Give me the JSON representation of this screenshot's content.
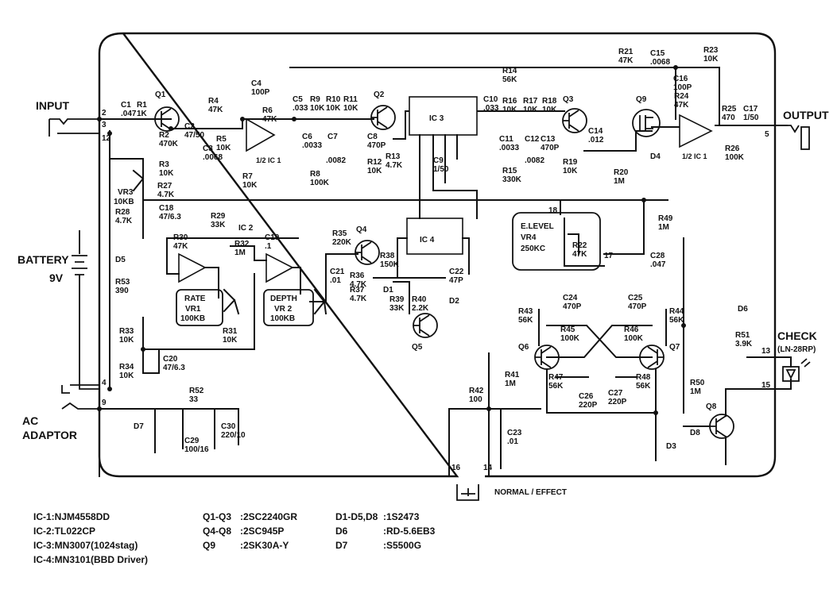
{
  "io": {
    "input": "INPUT",
    "output": "OUTPUT",
    "battery": "BATTERY",
    "battery_v": "9V",
    "ac1": "AC",
    "ac2": "ADAPTOR",
    "check": "CHECK",
    "check_part": "(LN-28RP)",
    "switch": "NORMAL / EFFECT"
  },
  "pins": [
    "2",
    "3",
    "12",
    "4",
    "9",
    "5",
    "13",
    "15",
    "16",
    "14",
    "18",
    "17"
  ],
  "ics": {
    "ic1a": "1/2 IC 1",
    "ic1b": "1/2 IC 1",
    "ic2": "IC 2",
    "ic3": "IC 3",
    "ic4": "IC 4"
  },
  "controls": {
    "rate": "RATE",
    "vr1": "VR1",
    "vr1v": "100KB",
    "depth": "DEPTH",
    "vr2": "VR 2",
    "vr2v": "100KB",
    "elevel": "E.LEVEL",
    "vr4": "VR4",
    "vr4v": "250KC",
    "vr3": "VR3",
    "vr3v": "10KB"
  },
  "components": [
    {
      "ref": "C1",
      "val": ".047"
    },
    {
      "ref": "R1",
      "val": "1K"
    },
    {
      "ref": "Q1",
      "val": ""
    },
    {
      "ref": "R2",
      "val": "470K"
    },
    {
      "ref": "C2",
      "val": "47/50"
    },
    {
      "ref": "R3",
      "val": "10K"
    },
    {
      "ref": "R4",
      "val": "47K"
    },
    {
      "ref": "C3",
      "val": ".0068"
    },
    {
      "ref": "R5",
      "val": "10K"
    },
    {
      "ref": "C4",
      "val": "100P"
    },
    {
      "ref": "R6",
      "val": "47K"
    },
    {
      "ref": "R7",
      "val": "10K"
    },
    {
      "ref": "C5",
      "val": ".033"
    },
    {
      "ref": "R9",
      "val": "10K"
    },
    {
      "ref": "R10",
      "val": "10K"
    },
    {
      "ref": "R11",
      "val": "10K"
    },
    {
      "ref": "Q2",
      "val": ""
    },
    {
      "ref": "C6",
      "val": ".0033"
    },
    {
      "ref": "C7",
      "val": ""
    },
    {
      "ref": "C8",
      "val": "470P"
    },
    {
      "ref": "R8",
      "val": "100K"
    },
    {
      "ref": "C7v",
      "val": ".0082"
    },
    {
      "ref": "R12",
      "val": "10K"
    },
    {
      "ref": "R13",
      "val": "4.7K"
    },
    {
      "ref": "C9",
      "val": "1/50"
    },
    {
      "ref": "C10",
      "val": ".033"
    },
    {
      "ref": "R14",
      "val": "56K"
    },
    {
      "ref": "R16",
      "val": "10K"
    },
    {
      "ref": "R17",
      "val": "10K"
    },
    {
      "ref": "R18",
      "val": "10K"
    },
    {
      "ref": "Q3",
      "val": ""
    },
    {
      "ref": "C11",
      "val": ".0033"
    },
    {
      "ref": "C12",
      "val": ""
    },
    {
      "ref": "C13",
      "val": "470P"
    },
    {
      "ref": "C12v",
      "val": ".0082"
    },
    {
      "ref": "R15",
      "val": "330K"
    },
    {
      "ref": "R19",
      "val": "10K"
    },
    {
      "ref": "C14",
      "val": ".012"
    },
    {
      "ref": "R20",
      "val": "1M"
    },
    {
      "ref": "R21",
      "val": "47K"
    },
    {
      "ref": "C15",
      "val": ".0068"
    },
    {
      "ref": "R23",
      "val": "10K"
    },
    {
      "ref": "C16",
      "val": "100P"
    },
    {
      "ref": "R24",
      "val": "47K"
    },
    {
      "ref": "Q9",
      "val": ""
    },
    {
      "ref": "D4",
      "val": ""
    },
    {
      "ref": "R25",
      "val": "470"
    },
    {
      "ref": "C17",
      "val": "1/50"
    },
    {
      "ref": "R26",
      "val": "100K"
    },
    {
      "ref": "R27",
      "val": "4.7K"
    },
    {
      "ref": "R28",
      "val": "4.7K"
    },
    {
      "ref": "C18",
      "val": "47/6.3"
    },
    {
      "ref": "R29",
      "val": "33K"
    },
    {
      "ref": "R30",
      "val": "47K"
    },
    {
      "ref": "R32",
      "val": "1M"
    },
    {
      "ref": "C19",
      "val": ".1"
    },
    {
      "ref": "R31",
      "val": "10K"
    },
    {
      "ref": "R33",
      "val": "10K"
    },
    {
      "ref": "R34",
      "val": "10K"
    },
    {
      "ref": "C20",
      "val": "47/6.3"
    },
    {
      "ref": "R35",
      "val": "220K"
    },
    {
      "ref": "Q4",
      "val": ""
    },
    {
      "ref": "R38",
      "val": "150K"
    },
    {
      "ref": "C21",
      "val": ".01"
    },
    {
      "ref": "R36",
      "val": "4.7K"
    },
    {
      "ref": "R37",
      "val": "4.7K"
    },
    {
      "ref": "D1",
      "val": ""
    },
    {
      "ref": "R39",
      "val": "33K"
    },
    {
      "ref": "R40",
      "val": "2.2K"
    },
    {
      "ref": "D2",
      "val": ""
    },
    {
      "ref": "Q5",
      "val": ""
    },
    {
      "ref": "C22",
      "val": "47P"
    },
    {
      "ref": "R22",
      "val": "47K"
    },
    {
      "ref": "R49",
      "val": "1M"
    },
    {
      "ref": "C28",
      "val": ".047"
    },
    {
      "ref": "C24",
      "val": "470P"
    },
    {
      "ref": "C25",
      "val": "470P"
    },
    {
      "ref": "R43",
      "val": "56K"
    },
    {
      "ref": "R44",
      "val": "56K"
    },
    {
      "ref": "R45",
      "val": "100K"
    },
    {
      "ref": "R46",
      "val": "100K"
    },
    {
      "ref": "Q6",
      "val": ""
    },
    {
      "ref": "Q7",
      "val": ""
    },
    {
      "ref": "R47",
      "val": "56K"
    },
    {
      "ref": "R48",
      "val": "56K"
    },
    {
      "ref": "C26",
      "val": "220P"
    },
    {
      "ref": "C27",
      "val": "220P"
    },
    {
      "ref": "D6",
      "val": ""
    },
    {
      "ref": "R51",
      "val": "3.9K"
    },
    {
      "ref": "R41",
      "val": "1M"
    },
    {
      "ref": "R42",
      "val": "100"
    },
    {
      "ref": "C23",
      "val": ".01"
    },
    {
      "ref": "R50",
      "val": "1M"
    },
    {
      "ref": "D8",
      "val": ""
    },
    {
      "ref": "Q8",
      "val": ""
    },
    {
      "ref": "D3",
      "val": ""
    },
    {
      "ref": "D5",
      "val": ""
    },
    {
      "ref": "R53",
      "val": "390"
    },
    {
      "ref": "R52",
      "val": "33"
    },
    {
      "ref": "D7",
      "val": ""
    },
    {
      "ref": "C29",
      "val": "100/16"
    },
    {
      "ref": "C30",
      "val": "220/10"
    }
  ],
  "legend": [
    [
      "IC-1:NJM4558DD",
      "Q1-Q3:2SC2240GR",
      "D1-D5,D8:1S2473"
    ],
    [
      "IC-2:TL022CP",
      "Q4-Q8:2SC945P",
      "D6        :RD-5.6EB3"
    ],
    [
      "IC-3:MN3007(1024stag)",
      "Q9        :2SK30A-Y",
      "D7        :S5500G"
    ],
    [
      "IC-4:MN3101(BBD Driver)",
      "",
      ""
    ]
  ],
  "legend_split": {
    "l0": [
      "IC-1:NJM4558DD",
      "IC-2:TL022CP",
      "IC-3:MN3007(1024stag)",
      "IC-4:MN3101(BBD Driver)"
    ],
    "l1a": [
      "Q1-Q3",
      "Q4-Q8",
      "Q9"
    ],
    "l1b": [
      ":2SC2240GR",
      ":2SC945P",
      ":2SK30A-Y"
    ],
    "l2a": [
      "D1-D5,D8",
      "D6",
      "D7"
    ],
    "l2b": [
      ":1S2473",
      ":RD-5.6EB3",
      ":S5500G"
    ]
  }
}
